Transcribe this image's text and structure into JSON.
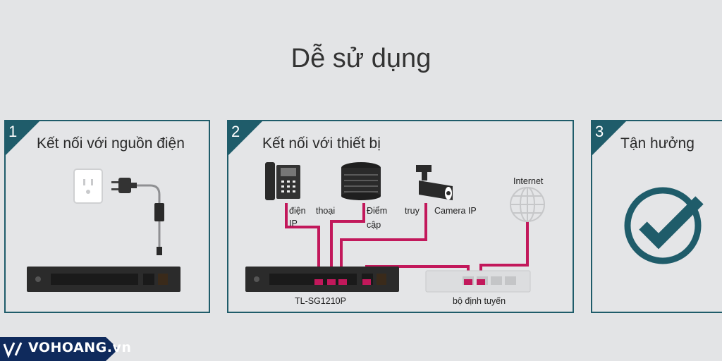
{
  "title": "Dễ sử dụng",
  "colors": {
    "accent": "#1f5c6a",
    "cable": "#c2185b",
    "device": "#2b2b2b"
  },
  "steps": [
    {
      "number": "1",
      "label": "Kết nối với nguồn điện"
    },
    {
      "number": "2",
      "label": "Kết nối với thiết bị"
    },
    {
      "number": "3",
      "label": "Tận hưởng"
    }
  ],
  "devices": {
    "phone_label_line1": "điện",
    "phone_label_line2": "IP",
    "phone_label_word": "thoại",
    "ap_label_line1": "Điểm",
    "ap_label_line2": "cập",
    "camera_label_word": "truy",
    "camera_label": "Camera IP",
    "internet_label": "Internet",
    "switch_label": "TL-SG1210P",
    "router_label": "bộ định tuyến"
  },
  "icons": [
    "power-outlet-icon",
    "power-plug-icon",
    "ip-phone-icon",
    "access-point-icon",
    "ip-camera-icon",
    "globe-icon",
    "checkmark-icon"
  ],
  "brand": "VOHOANG.vn"
}
